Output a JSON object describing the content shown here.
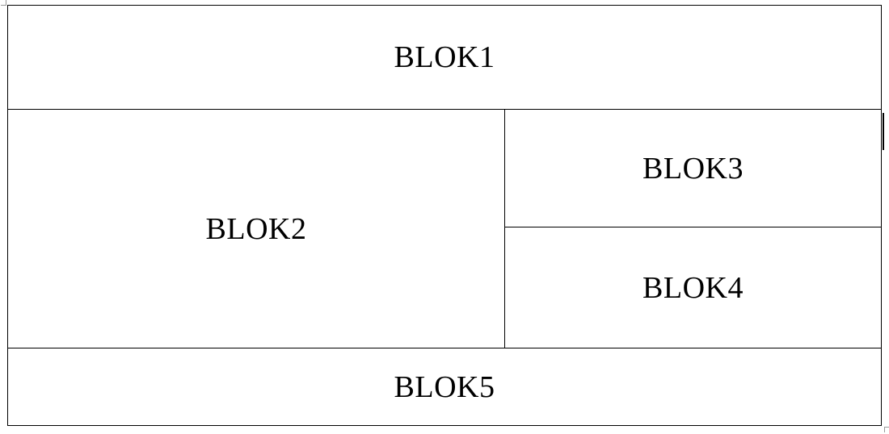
{
  "blocks": {
    "blok1": "BLOK1",
    "blok2": "BLOK2",
    "blok3": "BLOK3",
    "blok4": "BLOK4",
    "blok5": "BLOK5"
  }
}
